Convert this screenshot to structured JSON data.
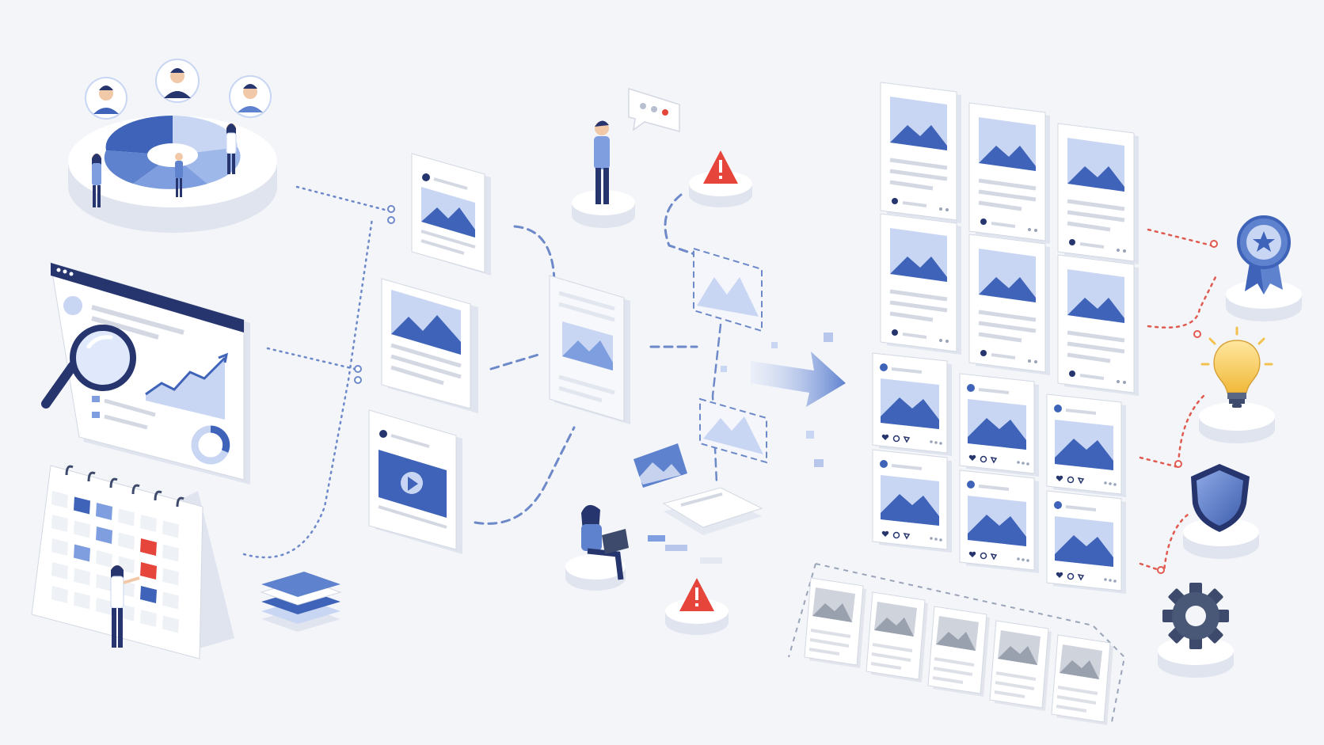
{
  "colors": {
    "background": "#f3f5f9",
    "card": "#ffffff",
    "card_side": "#dfe4ee",
    "primary_blue": "#3e63b8",
    "light_blue": "#7f9ee0",
    "pale_blue": "#c9d6f3",
    "navy": "#26356d",
    "gray_line": "#d3d8e2",
    "alert_red": "#e6453c",
    "connector_blue": "#6d89c9",
    "connector_red": "#e05a50",
    "gold": "#f2c14e"
  },
  "diagram": {
    "stages": [
      {
        "name": "inputs",
        "items": [
          "audience-segment-pie",
          "analytics-dashboard",
          "content-calendar",
          "stacked-layers"
        ]
      },
      {
        "name": "content-drafts",
        "items": [
          "post-card",
          "image-card",
          "video-card"
        ]
      },
      {
        "name": "review",
        "items": [
          "thinking-person",
          "message-bubble",
          "draft-document",
          "person-with-laptop",
          "alert-top",
          "alert-bottom",
          "photo-frame-top",
          "photo-frame-bottom",
          "send-photo",
          "output-trays"
        ]
      },
      {
        "name": "published-grid",
        "items": [
          "post-card-rows",
          "social-post-rows",
          "archive-cards"
        ]
      },
      {
        "name": "outcomes",
        "items": [
          "award-badge-icon",
          "lightbulb-icon",
          "shield-icon",
          "gear-icon"
        ]
      }
    ],
    "social_posts_grid": {
      "rows": 2,
      "columns": 3
    },
    "post_cards_grid": {
      "rows": 2,
      "columns": 3
    },
    "archive_cards": 5,
    "outcome_icons": [
      "award-badge-icon",
      "lightbulb-icon",
      "shield-icon",
      "gear-icon"
    ]
  }
}
